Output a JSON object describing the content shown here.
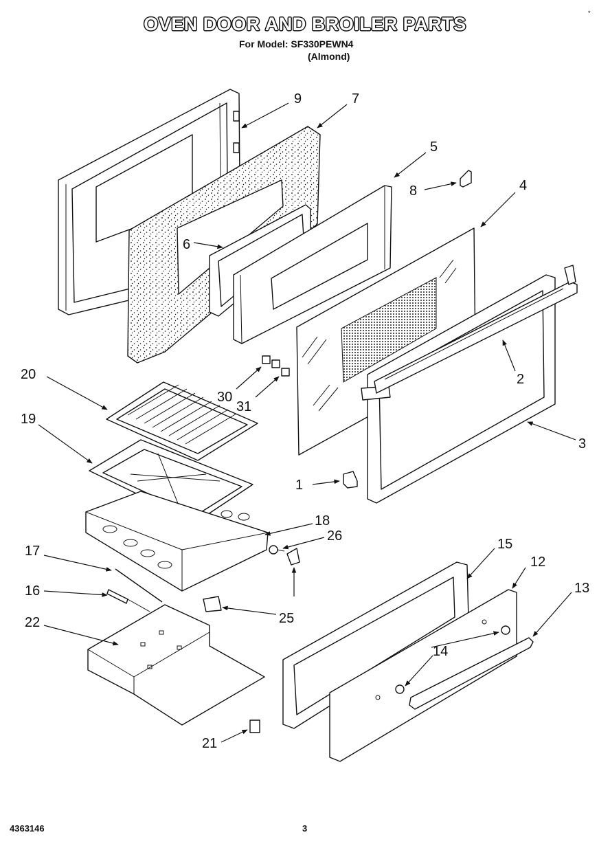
{
  "header": {
    "title": "OVEN DOOR AND BROILER PARTS",
    "model_line": "For Model: SF330PEWN4",
    "color_line": "(Almond)"
  },
  "footer": {
    "doc_number": "4363146",
    "page_number": "3",
    "corner_mark": "*"
  },
  "callouts": [
    "9",
    "7",
    "5",
    "8",
    "4",
    "6",
    "2",
    "20",
    "30",
    "31",
    "3",
    "19",
    "1",
    "18",
    "26",
    "17",
    "15",
    "12",
    "13",
    "16",
    "25",
    "14",
    "22",
    "21"
  ]
}
